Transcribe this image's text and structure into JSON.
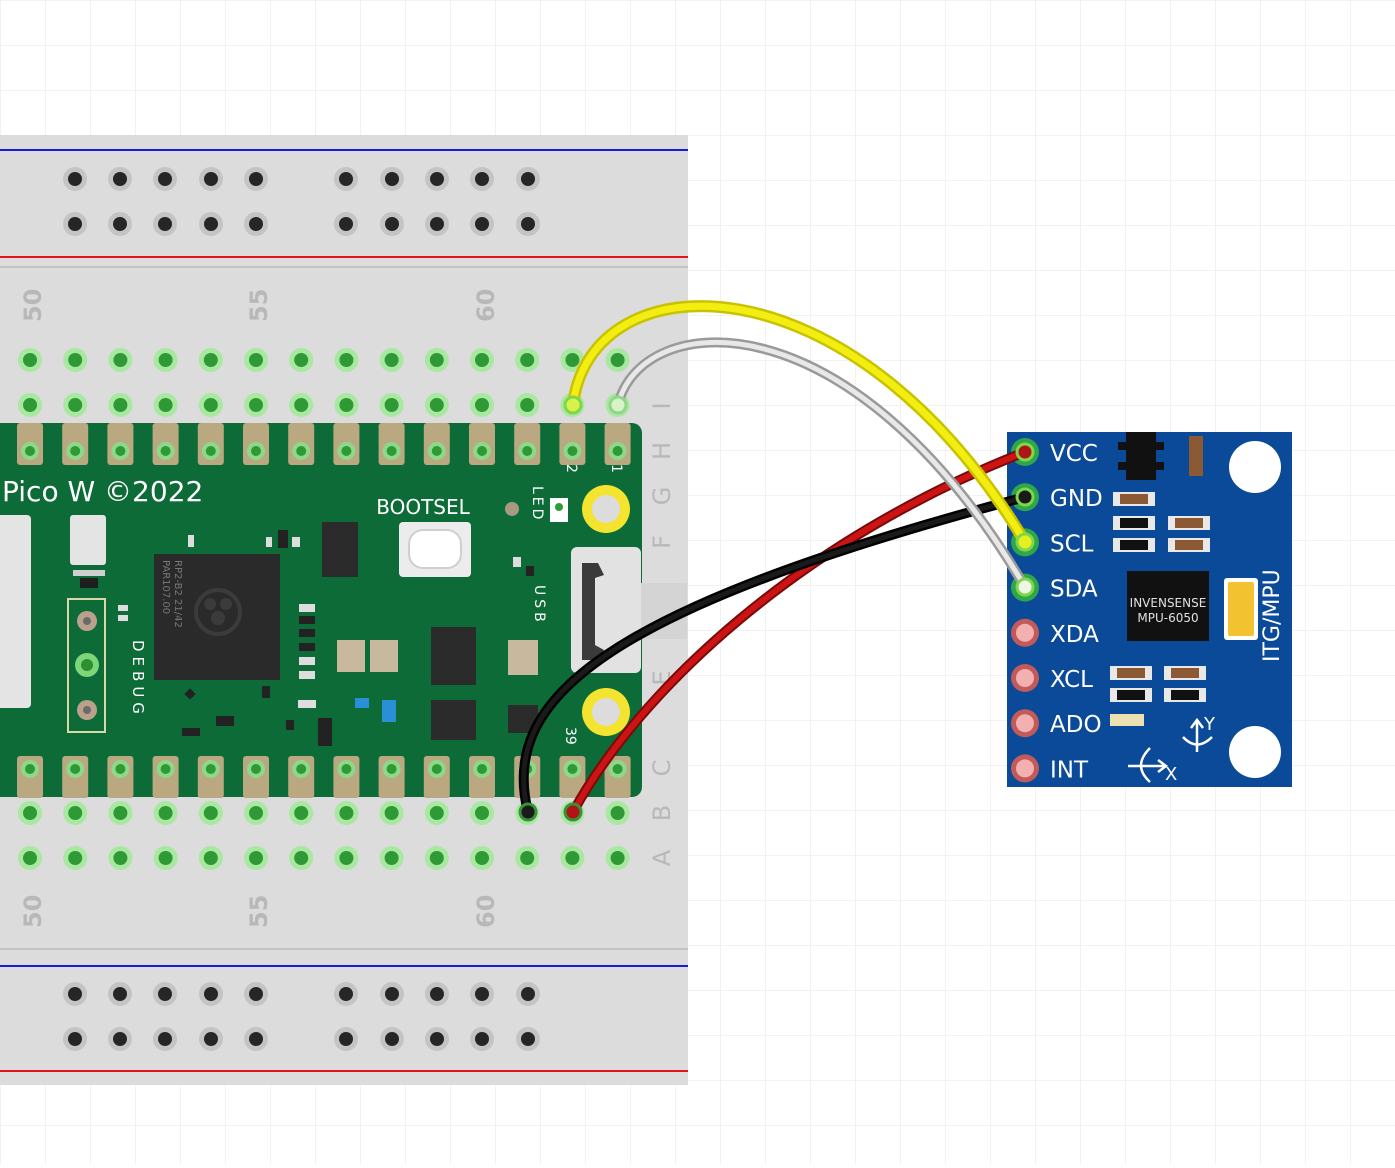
{
  "breadboard": {
    "column_numbers": [
      "50",
      "55",
      "60"
    ],
    "row_letters": [
      "A",
      "B",
      "C",
      "E",
      "F",
      "G",
      "H",
      "I"
    ],
    "rail_colors": {
      "positive": "#e0161c",
      "negative": "#1a1ad6"
    }
  },
  "pico": {
    "title": "Pico W ©2022",
    "bootsel_label": "BOOTSEL",
    "led_label": "LED",
    "usb_label": "USB",
    "debug_label": "DEBUG",
    "chip_text_line1": "RP2-B2   21/42",
    "chip_text_line2": "PAR107.00",
    "pin_number_2": "2",
    "pin_number_1": "1",
    "pin_number_39": "39",
    "board_color": "#0d6b38"
  },
  "mpu": {
    "pins": [
      "VCC",
      "GND",
      "SCL",
      "SDA",
      "XDA",
      "XCL",
      "ADO",
      "INT"
    ],
    "chip_line1": "INVENSENSE",
    "chip_line2": "MPU-6050",
    "vertical_label": "ITG/MPU",
    "axis_x": "X",
    "axis_y": "Y",
    "board_color": "#0b4a98"
  },
  "wires": [
    {
      "name": "SCL",
      "color": "#f3ee12"
    },
    {
      "name": "SDA",
      "color": "#e8e8e8"
    },
    {
      "name": "VCC",
      "color": "#cc1414"
    },
    {
      "name": "GND",
      "color": "#1a1a1a"
    }
  ]
}
